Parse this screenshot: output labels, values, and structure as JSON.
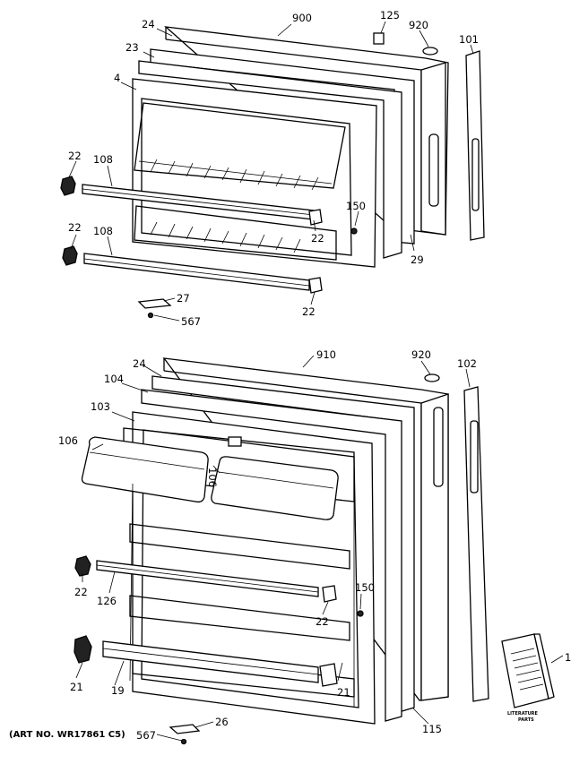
{
  "labels": {
    "l900": "900",
    "l125": "125",
    "l920a": "920",
    "l101": "101",
    "l24a": "24",
    "l23": "23",
    "l4": "4",
    "l22a": "22",
    "l108a": "108",
    "l22b": "22",
    "l108b": "108",
    "l150a": "150",
    "l22c": "22",
    "l29": "29",
    "l27": "27",
    "l567a": "567",
    "l22d": "22",
    "l910": "910",
    "l920b": "920",
    "l24b": "24",
    "l102": "102",
    "l104": "104",
    "l103": "103",
    "l106a": "106",
    "l106b": "106",
    "l22e": "22",
    "l126": "126",
    "l150b": "150",
    "l22f": "22",
    "l21a": "21",
    "l19": "19",
    "l21b": "21",
    "l115": "115",
    "l1": "1",
    "l26": "26",
    "l567b": "567"
  },
  "booklet": {
    "line1": "LITERATURE",
    "line2": "PARTS"
  },
  "art_number": "(ART NO. WR17861 C5)"
}
